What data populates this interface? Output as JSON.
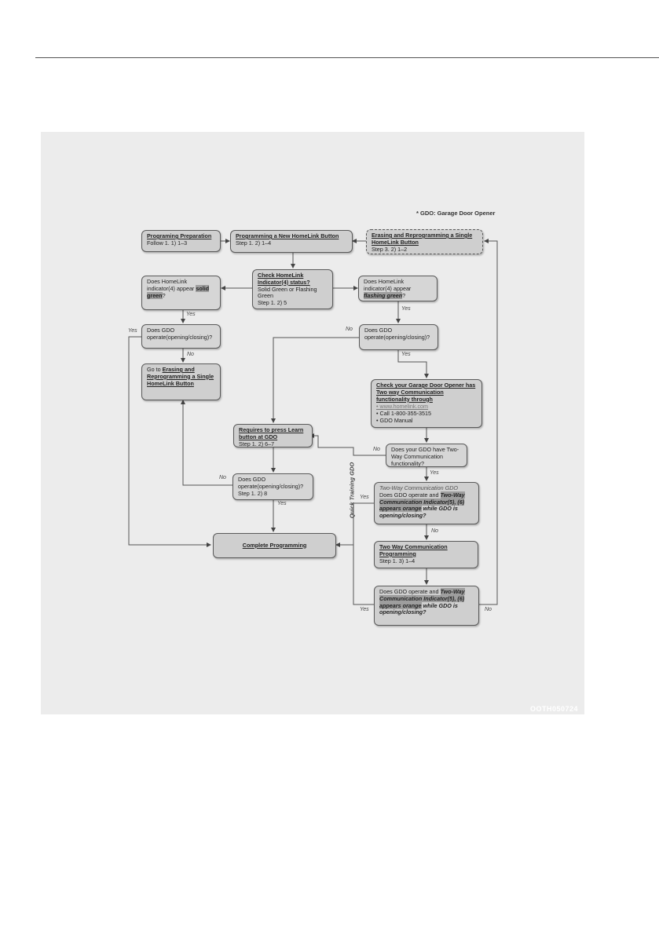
{
  "page": {
    "corner_code": "OOTH050724"
  },
  "note": "* GDO: Garage Door Opener",
  "side_label": "Quick Training GDO",
  "boxes": {
    "prep": {
      "title": "Programing Preparation",
      "step": "Follow 1. 1) 1–3"
    },
    "new": {
      "title": "Programming a New HomeLink Button",
      "step": "Step 1. 2) 1–4"
    },
    "erase": {
      "title": "Erasing and Reprogramming a Single HomeLink Button",
      "step": "Step 3. 2) 1–2"
    },
    "check": {
      "title": "Check HomeLink Indicator(4) status?",
      "line1": "Solid Green or Flashing Green",
      "step": "Step 1. 2) 5"
    },
    "solid": {
      "pre": "Does HomeLink indicator(4) appear ",
      "hl": "solid green",
      "post": "?"
    },
    "flash": {
      "pre": "Does HomeLink indicator(4) appear ",
      "hl": "flashing green",
      "post": "?"
    },
    "gdo1": {
      "text": "Does GDO operate(opening/closing)?"
    },
    "gdo2": {
      "text": "Does GDO operate(opening/closing)?"
    },
    "goto": {
      "pre": "Go to ",
      "title": "Erasing and Reprogramming a Single HomeLink Button"
    },
    "twoway_check": {
      "title": "Check your Garage Door Opener has Two way Communication functionality through",
      "items": [
        "www.homelink.com",
        "Call 1-800-355-3515",
        "GDO Manual"
      ]
    },
    "learn": {
      "title": "Requires to press Learn button at GDO",
      "step": "Step 1. 2) 6–7"
    },
    "gdo3": {
      "text": "Does GDO operate(opening/closing)?",
      "step": "Step 1. 2) 8"
    },
    "have2way": {
      "text": "Does your GDO have Two-Way Communication functionality?"
    },
    "twoway_gdo": {
      "head": "Two-Way Communication GDO",
      "pre": "Does GDO operate and ",
      "hl": "Two-Way Communication Indicator(5), (6) appears orange",
      "post": " while GDO is opening/closing?"
    },
    "complete": {
      "title": "Complete Programming"
    },
    "twoway_prog": {
      "title": "Two Way Communication Programming",
      "step": "Step 1. 3) 1–4"
    },
    "final": {
      "pre": "Does GDO operate and ",
      "hl": "Two-Way Communication Indicator(5), (6) appears orange",
      "post": " while GDO is opening/closing?"
    }
  },
  "labels": {
    "yes1": "Yes",
    "yes2": "Yes",
    "yes3": "Yes",
    "yes4": "Yes",
    "yes5": "Yes",
    "yes6": "Yes",
    "yes7": "Yes",
    "yes8": "Yes",
    "no1": "No",
    "no2": "No",
    "no3": "No",
    "no4": "No",
    "no5": "No"
  }
}
